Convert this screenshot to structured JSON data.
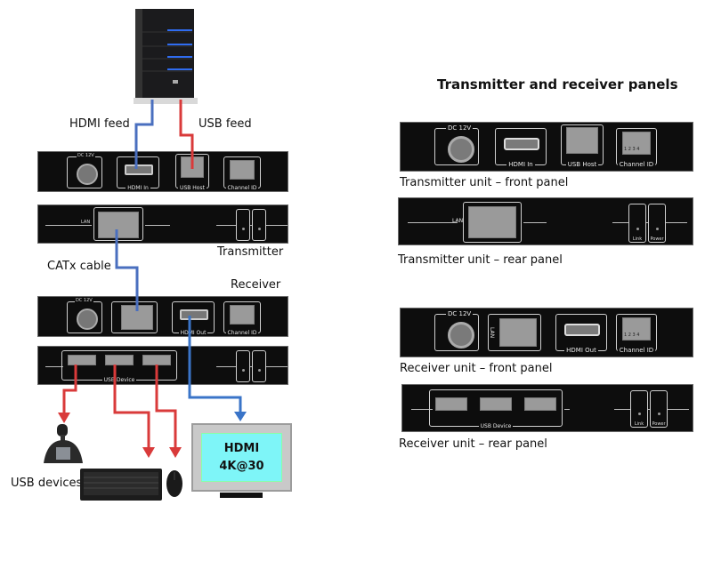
{
  "diagram": {
    "title": "Transmitter and receiver panels",
    "labels": {
      "hdmi_feed": "HDMI feed",
      "usb_feed": "USB feed",
      "transmitter": "Transmitter",
      "catx_cable": "CATx cable",
      "receiver": "Receiver",
      "usb_devices": "USB devices"
    },
    "monitor": {
      "line1": "HDMI",
      "line2": "4K@30"
    },
    "panel_captions": {
      "tx_front": "Transmitter unit – front panel",
      "tx_rear": "Transmitter unit – rear panel",
      "rx_front": "Receiver unit – front panel",
      "rx_rear": "Receiver unit – rear panel"
    },
    "port_labels": {
      "dc": "DC 12V",
      "hdmi_in": "HDMI In",
      "hdmi_out": "HDMI Out",
      "usb_host": "USB Host",
      "channel_id": "Channel ID",
      "channel_digits": "1 2 3 4",
      "lan": "LAN",
      "link": "Link",
      "power": "Power",
      "usb_device": "USB Device"
    },
    "colors": {
      "hdmi_cable": "#4a6fbf",
      "usb_cable": "#d93a3a",
      "catx_cable": "#4a6fbf",
      "monitor_screen": "#7ef5f8",
      "panel": "#0d0d0d"
    }
  }
}
